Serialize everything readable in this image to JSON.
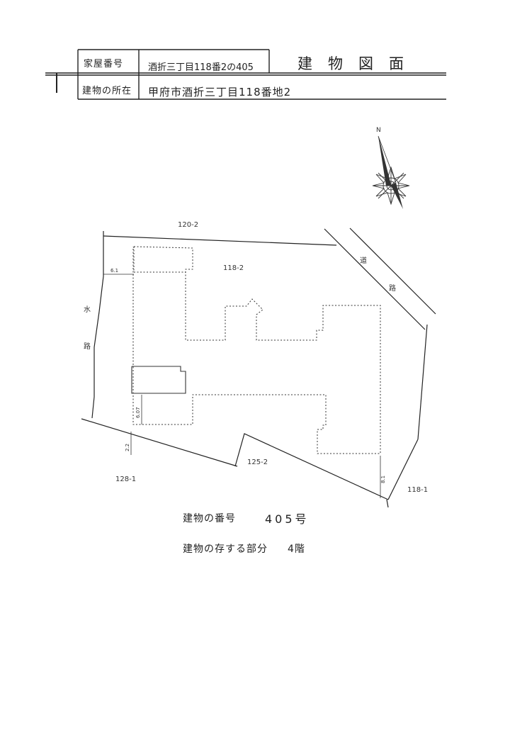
{
  "header": {
    "house_number_label": "家屋番号",
    "house_number_value": "酒折三丁目118番2の405",
    "title": "建物図面",
    "location_label": "建物の所在",
    "location_value": "甲府市酒折三丁目118番地2"
  },
  "plan": {
    "north": "N",
    "lots": {
      "lot_120_2": "120-2",
      "lot_118_2": "118-2",
      "lot_125_2": "125-2",
      "lot_128_1": "128-1",
      "lot_118_1": "118-1"
    },
    "roads": {
      "road_1": "道",
      "road_2": "路",
      "waterway_1": "水",
      "waterway_2": "路"
    },
    "dims": {
      "d_6_1": "6.1",
      "d_6_07": "6.07",
      "d_2_2": "2.2",
      "d_8_1": "8.1"
    }
  },
  "footer": {
    "building_no_label": "建物の番号",
    "building_no_value": "405号",
    "floor_label": "建物の存する部分",
    "floor_value": "4階"
  }
}
